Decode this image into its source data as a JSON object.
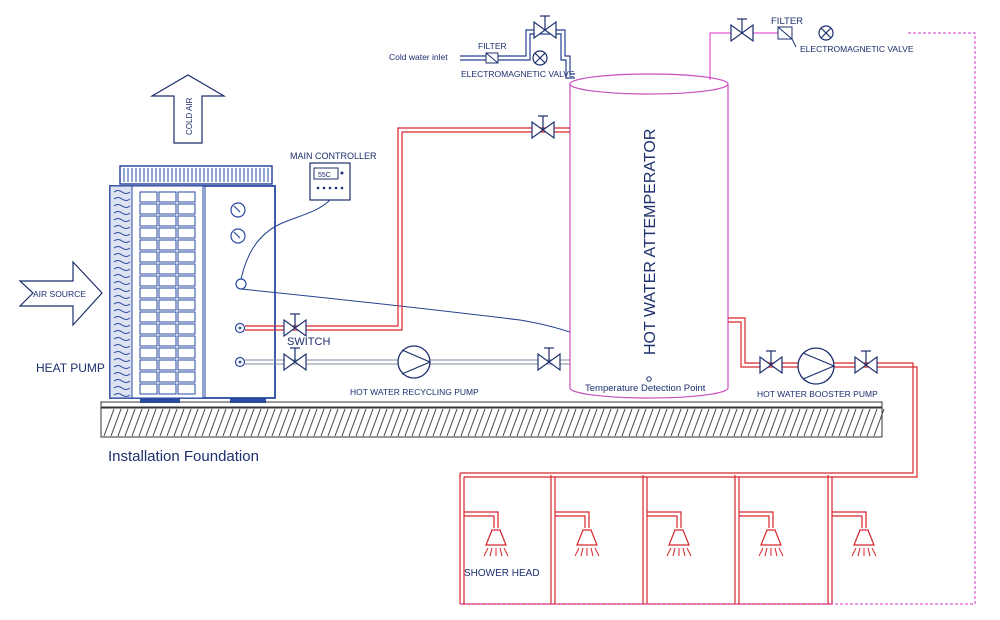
{
  "labels": {
    "cold_air": "COLD AIR",
    "air_source": "AIR SOURCE",
    "heat_pump": "HEAT PUMP",
    "main_controller": "MAIN CONTROLLER",
    "controller_display": "55C",
    "switch": "SWITCH",
    "recycling_pump": "HOT WATER RECYCLING PUMP",
    "installation_foundation": "Installation Foundation",
    "cold_water_inlet": "Cold water inlet",
    "filter_left": "FILTER",
    "em_valve_left": "ELECTROMAGNETIC VALVE",
    "filter_right": "FILTER",
    "em_valve_right": "ELECTROMAGNETIC VALVE",
    "attemperator": "HOT WATER ATTEMPERATOR",
    "temp_point": "Temperature Detection Point",
    "booster_pump": "HOT WATER BOOSTER PUMP",
    "shower_head": "SHOWER HEAD"
  },
  "colors": {
    "hot_pipe": "#d8262b",
    "cold_pipe": "#24418f",
    "return_pipe": "#d633c9",
    "unit": "#2a4aa0"
  }
}
